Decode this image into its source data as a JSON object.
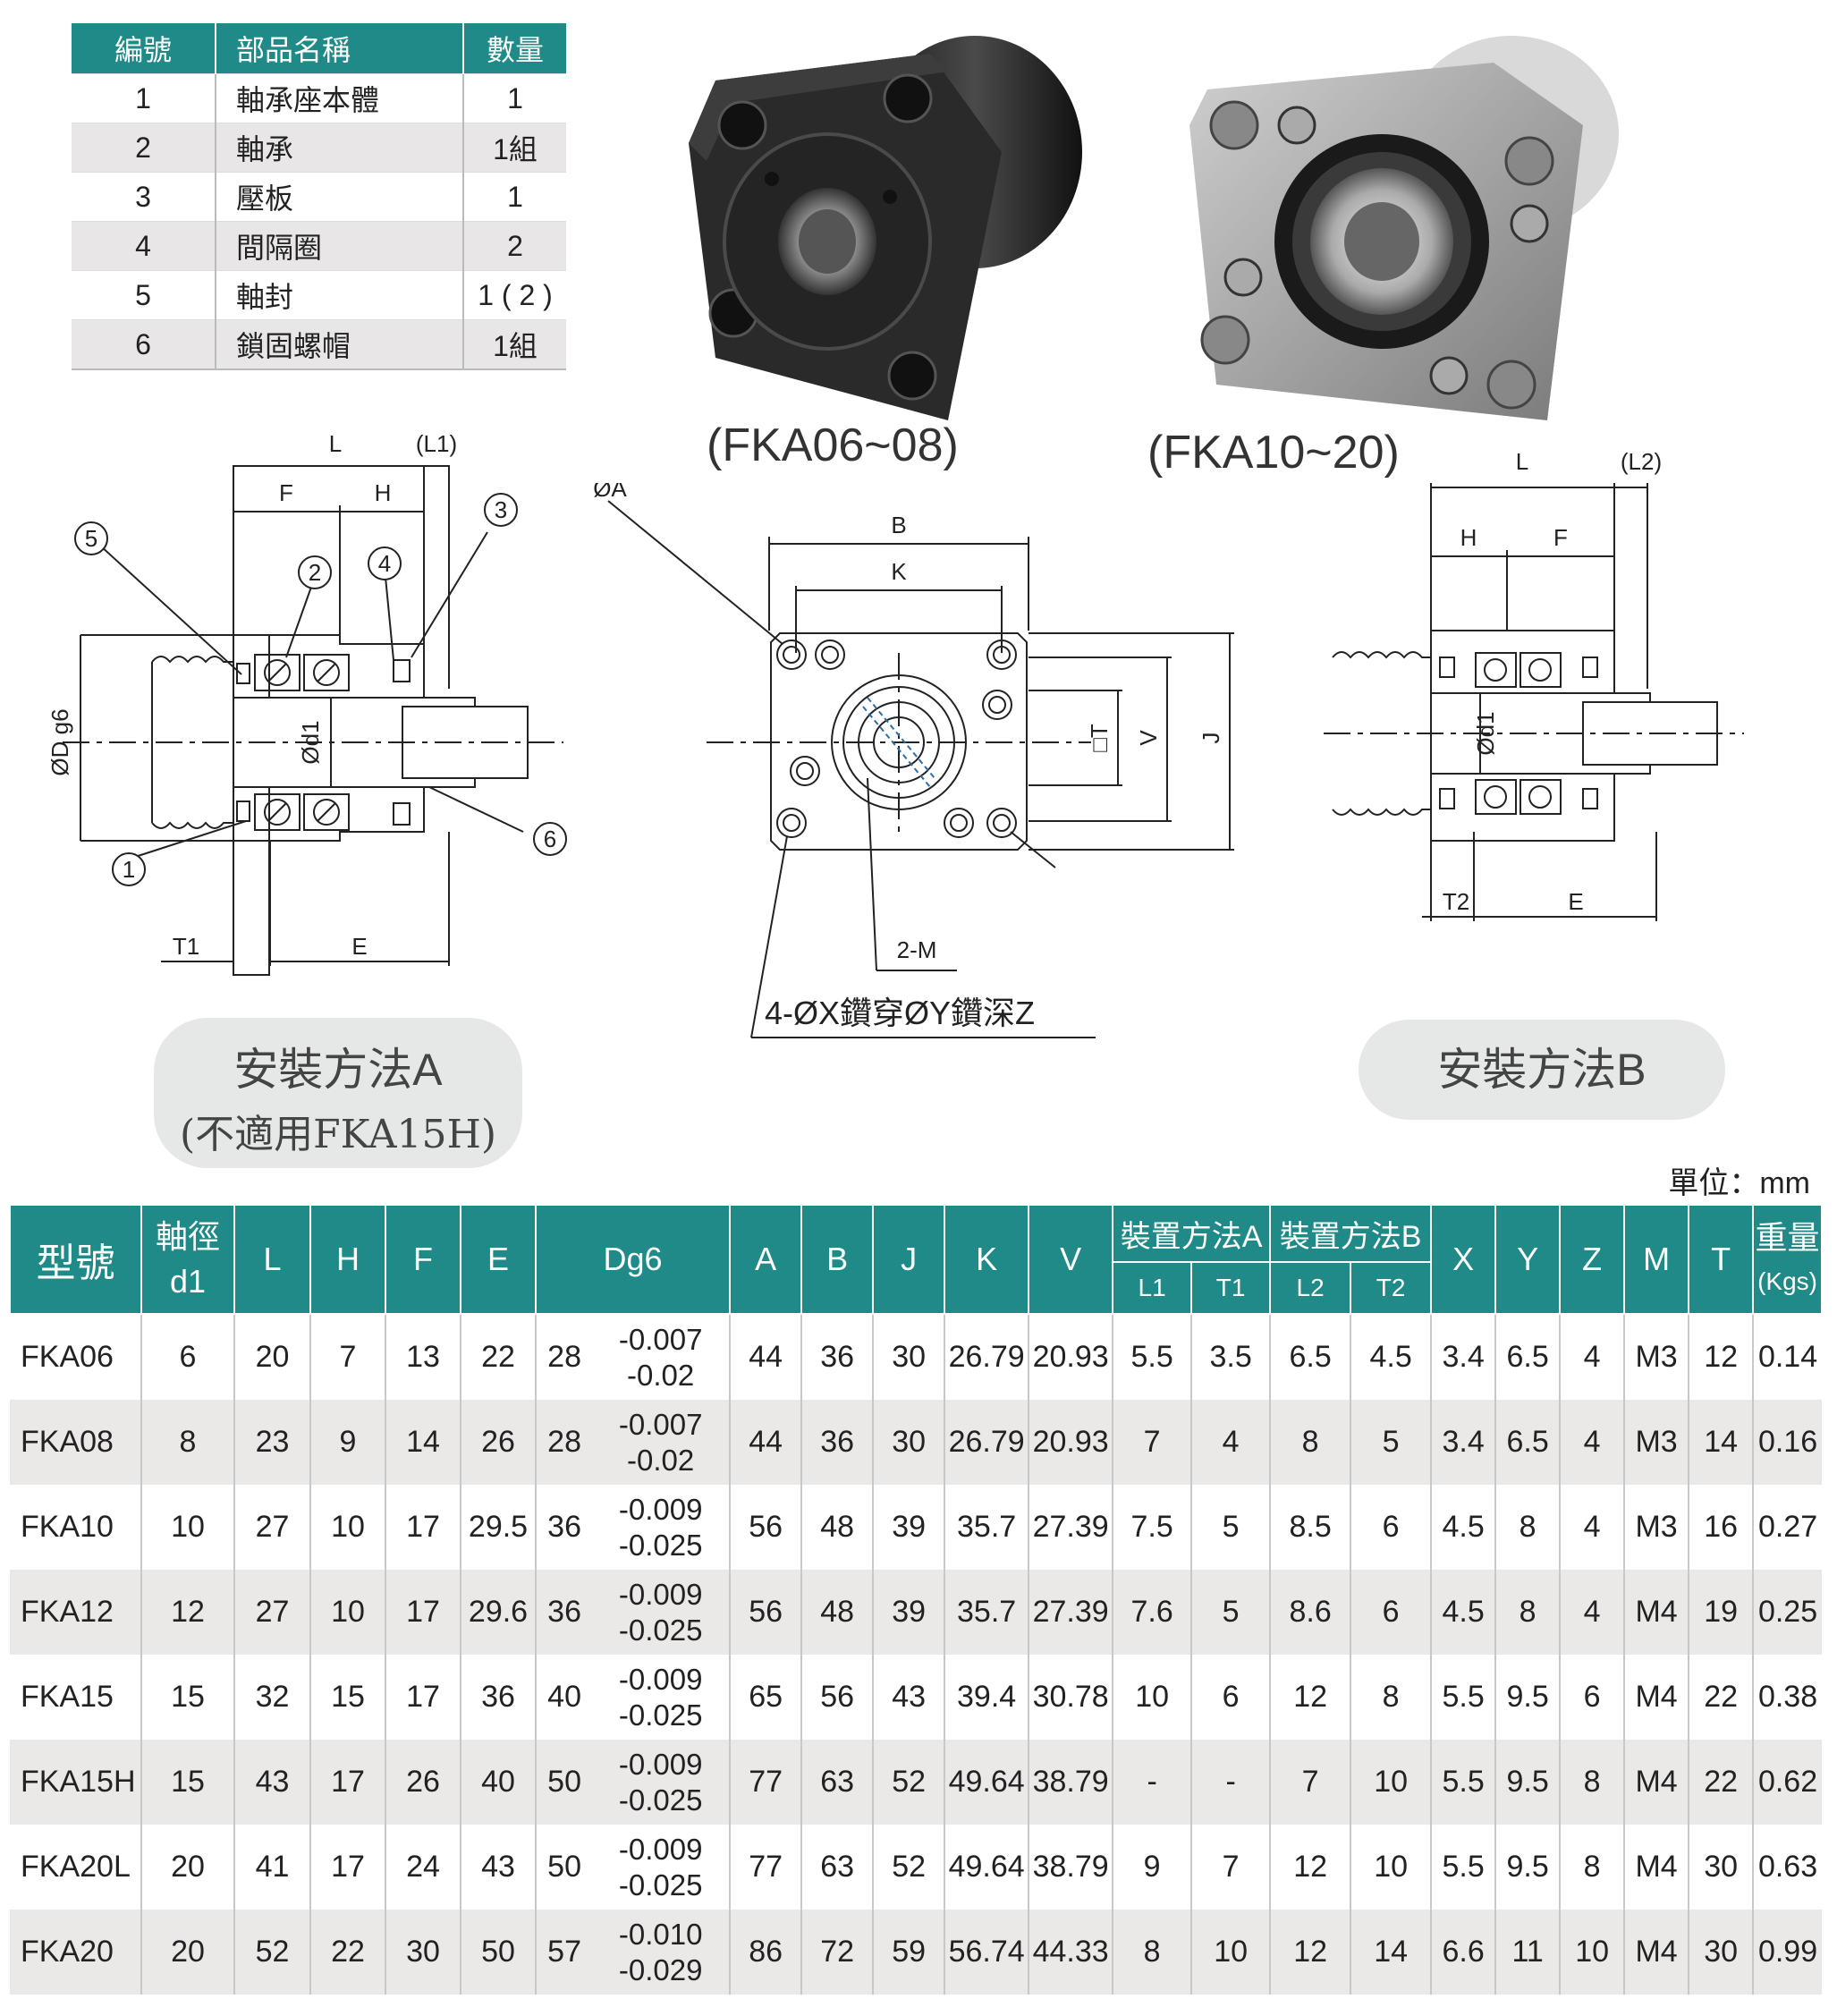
{
  "parts": {
    "headers": [
      "編號",
      "部品名稱",
      "數量"
    ],
    "rows": [
      [
        "1",
        "軸承座本體",
        "1"
      ],
      [
        "2",
        "軸承",
        "1組"
      ],
      [
        "3",
        "壓板",
        "1"
      ],
      [
        "4",
        "間隔圈",
        "2"
      ],
      [
        "5",
        "軸封",
        "1 ( 2 )"
      ],
      [
        "6",
        "鎖固螺帽",
        "1組"
      ]
    ]
  },
  "captions": {
    "model_small": "(FKA06~08)",
    "model_large": "(FKA10~20)"
  },
  "drawing": {
    "left_labels": {
      "L": "L",
      "L1": "(L1)",
      "F": "F",
      "H": "H",
      "dia_D": "ØD g6",
      "dia_d1": "Ød1",
      "T1": "T1",
      "E": "E"
    },
    "callouts": [
      "1",
      "2",
      "3",
      "4",
      "5",
      "6"
    ],
    "center_labels": {
      "A": "ØA",
      "B": "B",
      "K": "K",
      "T": "□T",
      "V": "V",
      "J": "J",
      "M": "2-M",
      "drill": "4-ØX鑽穿ØY鑽深Z"
    },
    "right_labels": {
      "L": "L",
      "L2": "(L2)",
      "H": "H",
      "F": "F",
      "dia_d1": "Ød1",
      "T2": "T2",
      "E": "E"
    }
  },
  "methods": {
    "a_title": "安裝方法A",
    "a_note": "(不適用FKA15H)",
    "b_title": "安裝方法B"
  },
  "unit_label": "單位：mm",
  "spec": {
    "headers": {
      "model": "型號",
      "shaft_line1": "軸徑",
      "shaft_line2": "d1",
      "L": "L",
      "H": "H",
      "F": "F",
      "E": "E",
      "Dg6": "Dg6",
      "A": "A",
      "B": "B",
      "J": "J",
      "K": "K",
      "V": "V",
      "method_a": "裝置方法A",
      "method_b": "裝置方法B",
      "L1": "L1",
      "T1": "T1",
      "L2": "L2",
      "T2": "T2",
      "X": "X",
      "Y": "Y",
      "Z": "Z",
      "M": "M",
      "T": "T",
      "weight_line1": "重量",
      "weight_line2": "(Kgs)"
    },
    "rows": [
      {
        "model": "FKA06",
        "d1": "6",
        "L": "20",
        "H": "7",
        "F": "13",
        "E": "22",
        "D": "28",
        "tol_up": "-0.007",
        "tol_lo": "-0.02",
        "A": "44",
        "B": "36",
        "J": "30",
        "K": "26.79",
        "V": "20.93",
        "L1": "5.5",
        "T1": "3.5",
        "L2": "6.5",
        "T2": "4.5",
        "X": "3.4",
        "Y": "6.5",
        "Z": "4",
        "M": "M3",
        "T": "12",
        "W": "0.14"
      },
      {
        "model": "FKA08",
        "d1": "8",
        "L": "23",
        "H": "9",
        "F": "14",
        "E": "26",
        "D": "28",
        "tol_up": "-0.007",
        "tol_lo": "-0.02",
        "A": "44",
        "B": "36",
        "J": "30",
        "K": "26.79",
        "V": "20.93",
        "L1": "7",
        "T1": "4",
        "L2": "8",
        "T2": "5",
        "X": "3.4",
        "Y": "6.5",
        "Z": "4",
        "M": "M3",
        "T": "14",
        "W": "0.16"
      },
      {
        "model": "FKA10",
        "d1": "10",
        "L": "27",
        "H": "10",
        "F": "17",
        "E": "29.5",
        "D": "36",
        "tol_up": "-0.009",
        "tol_lo": "-0.025",
        "A": "56",
        "B": "48",
        "J": "39",
        "K": "35.7",
        "V": "27.39",
        "L1": "7.5",
        "T1": "5",
        "L2": "8.5",
        "T2": "6",
        "X": "4.5",
        "Y": "8",
        "Z": "4",
        "M": "M3",
        "T": "16",
        "W": "0.27"
      },
      {
        "model": "FKA12",
        "d1": "12",
        "L": "27",
        "H": "10",
        "F": "17",
        "E": "29.6",
        "D": "36",
        "tol_up": "-0.009",
        "tol_lo": "-0.025",
        "A": "56",
        "B": "48",
        "J": "39",
        "K": "35.7",
        "V": "27.39",
        "L1": "7.6",
        "T1": "5",
        "L2": "8.6",
        "T2": "6",
        "X": "4.5",
        "Y": "8",
        "Z": "4",
        "M": "M4",
        "T": "19",
        "W": "0.25"
      },
      {
        "model": "FKA15",
        "d1": "15",
        "L": "32",
        "H": "15",
        "F": "17",
        "E": "36",
        "D": "40",
        "tol_up": "-0.009",
        "tol_lo": "-0.025",
        "A": "65",
        "B": "56",
        "J": "43",
        "K": "39.4",
        "V": "30.78",
        "L1": "10",
        "T1": "6",
        "L2": "12",
        "T2": "8",
        "X": "5.5",
        "Y": "9.5",
        "Z": "6",
        "M": "M4",
        "T": "22",
        "W": "0.38"
      },
      {
        "model": "FKA15H",
        "d1": "15",
        "L": "43",
        "H": "17",
        "F": "26",
        "E": "40",
        "D": "50",
        "tol_up": "-0.009",
        "tol_lo": "-0.025",
        "A": "77",
        "B": "63",
        "J": "52",
        "K": "49.64",
        "V": "38.79",
        "L1": "-",
        "T1": "-",
        "L2": "7",
        "T2": "10",
        "X": "5.5",
        "Y": "9.5",
        "Z": "8",
        "M": "M4",
        "T": "22",
        "W": "0.62"
      },
      {
        "model": "FKA20L",
        "d1": "20",
        "L": "41",
        "H": "17",
        "F": "24",
        "E": "43",
        "D": "50",
        "tol_up": "-0.009",
        "tol_lo": "-0.025",
        "A": "77",
        "B": "63",
        "J": "52",
        "K": "49.64",
        "V": "38.79",
        "L1": "9",
        "T1": "7",
        "L2": "12",
        "T2": "10",
        "X": "5.5",
        "Y": "9.5",
        "Z": "8",
        "M": "M4",
        "T": "30",
        "W": "0.63"
      },
      {
        "model": "FKA20",
        "d1": "20",
        "L": "52",
        "H": "22",
        "F": "30",
        "E": "50",
        "D": "57",
        "tol_up": "-0.010",
        "tol_lo": "-0.029",
        "A": "86",
        "B": "72",
        "J": "59",
        "K": "56.74",
        "V": "44.33",
        "L1": "8",
        "T1": "10",
        "L2": "12",
        "T2": "14",
        "X": "6.6",
        "Y": "11",
        "Z": "10",
        "M": "M4",
        "T": "30",
        "W": "0.99"
      }
    ]
  }
}
